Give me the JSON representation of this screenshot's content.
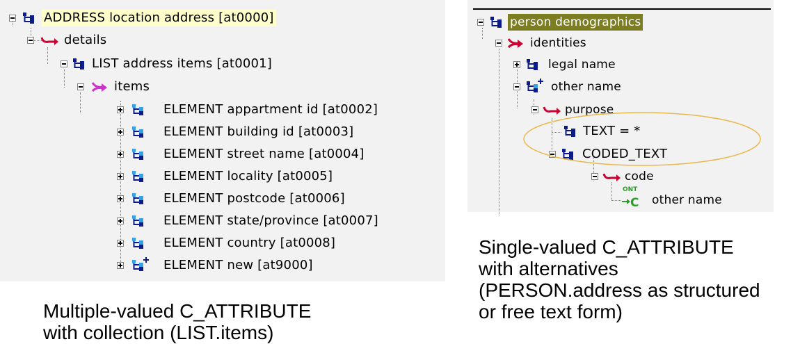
{
  "left_tree": {
    "root": "ADDRESS location address [at0000]",
    "details": "details",
    "list": "LIST address items [at0001]",
    "items": "items",
    "elements": [
      "ELEMENT appartment id [at0002]",
      "ELEMENT building id [at0003]",
      "ELEMENT street name [at0004]",
      "ELEMENT locality [at0005]",
      "ELEMENT postcode [at0006]",
      "ELEMENT state/province [at0007]",
      "ELEMENT country [at0008]",
      "ELEMENT new [at9000]"
    ]
  },
  "right_tree": {
    "root": "person demographics",
    "identities": "identities",
    "legal_name": "legal name",
    "other_name": "other name",
    "purpose": "purpose",
    "text": "TEXT = *",
    "coded_text": "CODED_TEXT",
    "code": "code",
    "ont_label": "ONT",
    "ont_value": "other name"
  },
  "captions": {
    "left_line1": "Multiple-valued C_ATTRIBUTE",
    "left_line2": "with collection (LIST.items)",
    "right_line1": "Single-valued C_ATTRIBUTE",
    "right_line2": "with alternatives",
    "right_line3": "(PERSON.address as structured",
    "right_line4": "or free text form)"
  },
  "colors": {
    "tree_icon": "#0b1b8c",
    "tree_icon_light": "#3aa0e6",
    "attr_arrow": "#cc0033",
    "alt_arrow": "#cc33cc",
    "ellipse": "#e8b84a",
    "ont_green": "#2e9b2e"
  }
}
